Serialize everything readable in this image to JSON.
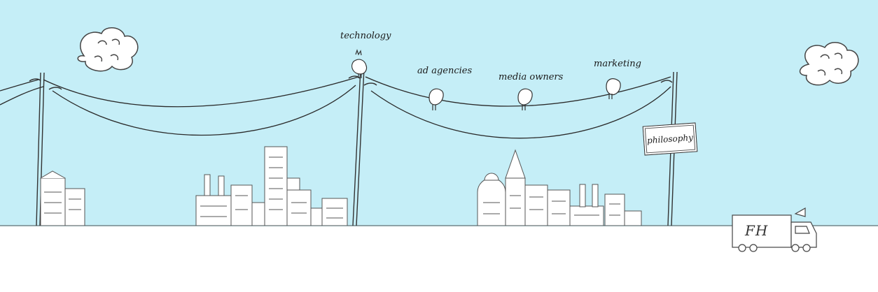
{
  "nav": {
    "technology": "technology",
    "ad_agencies": "ad agencies",
    "media_owners": "media owners",
    "marketing": "marketing",
    "philosophy": "philosophy"
  },
  "logo": {
    "text": "FH"
  },
  "colors": {
    "sky": "#c5eef7",
    "ground": "#ffffff",
    "ink": "#333333"
  }
}
